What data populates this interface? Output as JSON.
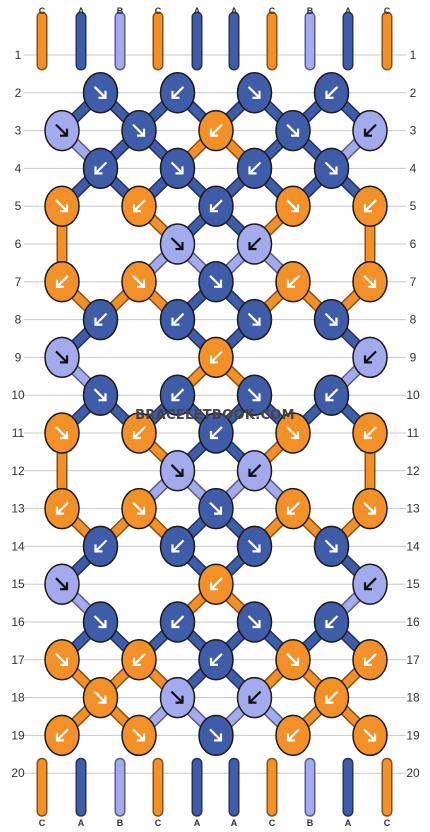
{
  "colors": {
    "A": "#3f5ca8",
    "B": "#a3aaee",
    "C": "#f39128"
  },
  "top_labels": [
    "C",
    "A",
    "B",
    "C",
    "A",
    "A",
    "C",
    "B",
    "A",
    "C"
  ],
  "bottom_labels": [
    "C",
    "A",
    "B",
    "C",
    "A",
    "A",
    "C",
    "B",
    "A",
    "C"
  ],
  "rows": [
    "1",
    "2",
    "3",
    "4",
    "5",
    "6",
    "7",
    "8",
    "9",
    "10",
    "11",
    "12",
    "13",
    "14",
    "15",
    "16",
    "17",
    "18",
    "19",
    "20"
  ],
  "watermark": "BRACELETBOOK.COM",
  "knots": [
    {
      "row": 2,
      "col": 1,
      "color": "A",
      "dir": "br"
    },
    {
      "row": 2,
      "col": 3,
      "color": "A",
      "dir": "bl"
    },
    {
      "row": 2,
      "col": 5,
      "color": "A",
      "dir": "br"
    },
    {
      "row": 2,
      "col": 7,
      "color": "A",
      "dir": "bl"
    },
    {
      "row": 3,
      "col": 0,
      "color": "B",
      "dir": "br"
    },
    {
      "row": 3,
      "col": 2,
      "color": "A",
      "dir": "br"
    },
    {
      "row": 3,
      "col": 4,
      "color": "C",
      "dir": "bl"
    },
    {
      "row": 3,
      "col": 6,
      "color": "A",
      "dir": "br"
    },
    {
      "row": 3,
      "col": 8,
      "color": "B",
      "dir": "bl"
    },
    {
      "row": 4,
      "col": 1,
      "color": "A",
      "dir": "bl"
    },
    {
      "row": 4,
      "col": 3,
      "color": "A",
      "dir": "br"
    },
    {
      "row": 4,
      "col": 5,
      "color": "A",
      "dir": "bl"
    },
    {
      "row": 4,
      "col": 7,
      "color": "A",
      "dir": "br"
    },
    {
      "row": 5,
      "col": 0,
      "color": "C",
      "dir": "br"
    },
    {
      "row": 5,
      "col": 2,
      "color": "C",
      "dir": "bl"
    },
    {
      "row": 5,
      "col": 4,
      "color": "A",
      "dir": "bl"
    },
    {
      "row": 5,
      "col": 6,
      "color": "C",
      "dir": "br"
    },
    {
      "row": 5,
      "col": 8,
      "color": "C",
      "dir": "bl"
    },
    {
      "row": 6,
      "col": 3,
      "color": "B",
      "dir": "br"
    },
    {
      "row": 6,
      "col": 5,
      "color": "B",
      "dir": "bl"
    },
    {
      "row": 7,
      "col": 0,
      "color": "C",
      "dir": "bl"
    },
    {
      "row": 7,
      "col": 2,
      "color": "C",
      "dir": "br"
    },
    {
      "row": 7,
      "col": 4,
      "color": "A",
      "dir": "br"
    },
    {
      "row": 7,
      "col": 6,
      "color": "C",
      "dir": "bl"
    },
    {
      "row": 7,
      "col": 8,
      "color": "C",
      "dir": "br"
    },
    {
      "row": 8,
      "col": 1,
      "color": "A",
      "dir": "bl"
    },
    {
      "row": 8,
      "col": 3,
      "color": "A",
      "dir": "bl"
    },
    {
      "row": 8,
      "col": 5,
      "color": "A",
      "dir": "br"
    },
    {
      "row": 8,
      "col": 7,
      "color": "A",
      "dir": "br"
    },
    {
      "row": 9,
      "col": 0,
      "color": "B",
      "dir": "br"
    },
    {
      "row": 9,
      "col": 4,
      "color": "C",
      "dir": "bl"
    },
    {
      "row": 9,
      "col": 8,
      "color": "B",
      "dir": "bl"
    },
    {
      "row": 10,
      "col": 1,
      "color": "A",
      "dir": "br"
    },
    {
      "row": 10,
      "col": 3,
      "color": "A",
      "dir": "bl"
    },
    {
      "row": 10,
      "col": 5,
      "color": "A",
      "dir": "br"
    },
    {
      "row": 10,
      "col": 7,
      "color": "A",
      "dir": "bl"
    },
    {
      "row": 11,
      "col": 0,
      "color": "C",
      "dir": "br"
    },
    {
      "row": 11,
      "col": 2,
      "color": "C",
      "dir": "bl"
    },
    {
      "row": 11,
      "col": 4,
      "color": "A",
      "dir": "bl"
    },
    {
      "row": 11,
      "col": 6,
      "color": "C",
      "dir": "br"
    },
    {
      "row": 11,
      "col": 8,
      "color": "C",
      "dir": "bl"
    },
    {
      "row": 12,
      "col": 3,
      "color": "B",
      "dir": "br"
    },
    {
      "row": 12,
      "col": 5,
      "color": "B",
      "dir": "bl"
    },
    {
      "row": 13,
      "col": 0,
      "color": "C",
      "dir": "bl"
    },
    {
      "row": 13,
      "col": 2,
      "color": "C",
      "dir": "br"
    },
    {
      "row": 13,
      "col": 4,
      "color": "A",
      "dir": "br"
    },
    {
      "row": 13,
      "col": 6,
      "color": "C",
      "dir": "bl"
    },
    {
      "row": 13,
      "col": 8,
      "color": "C",
      "dir": "br"
    },
    {
      "row": 14,
      "col": 1,
      "color": "A",
      "dir": "bl"
    },
    {
      "row": 14,
      "col": 3,
      "color": "A",
      "dir": "bl"
    },
    {
      "row": 14,
      "col": 5,
      "color": "A",
      "dir": "br"
    },
    {
      "row": 14,
      "col": 7,
      "color": "A",
      "dir": "br"
    },
    {
      "row": 15,
      "col": 0,
      "color": "B",
      "dir": "br"
    },
    {
      "row": 15,
      "col": 4,
      "color": "C",
      "dir": "bl"
    },
    {
      "row": 15,
      "col": 8,
      "color": "B",
      "dir": "bl"
    },
    {
      "row": 16,
      "col": 1,
      "color": "A",
      "dir": "br"
    },
    {
      "row": 16,
      "col": 3,
      "color": "A",
      "dir": "bl"
    },
    {
      "row": 16,
      "col": 5,
      "color": "A",
      "dir": "br"
    },
    {
      "row": 16,
      "col": 7,
      "color": "A",
      "dir": "bl"
    },
    {
      "row": 17,
      "col": 0,
      "color": "C",
      "dir": "br"
    },
    {
      "row": 17,
      "col": 2,
      "color": "C",
      "dir": "bl"
    },
    {
      "row": 17,
      "col": 4,
      "color": "A",
      "dir": "bl"
    },
    {
      "row": 17,
      "col": 6,
      "color": "C",
      "dir": "br"
    },
    {
      "row": 17,
      "col": 8,
      "color": "C",
      "dir": "bl"
    },
    {
      "row": 18,
      "col": 1,
      "color": "C",
      "dir": "br"
    },
    {
      "row": 18,
      "col": 3,
      "color": "B",
      "dir": "br"
    },
    {
      "row": 18,
      "col": 5,
      "color": "B",
      "dir": "bl"
    },
    {
      "row": 18,
      "col": 7,
      "color": "C",
      "dir": "bl"
    },
    {
      "row": 19,
      "col": 0,
      "color": "C",
      "dir": "bl"
    },
    {
      "row": 19,
      "col": 2,
      "color": "C",
      "dir": "br"
    },
    {
      "row": 19,
      "col": 4,
      "color": "A",
      "dir": "br"
    },
    {
      "row": 19,
      "col": 6,
      "color": "C",
      "dir": "bl"
    },
    {
      "row": 19,
      "col": 8,
      "color": "C",
      "dir": "br"
    }
  ]
}
